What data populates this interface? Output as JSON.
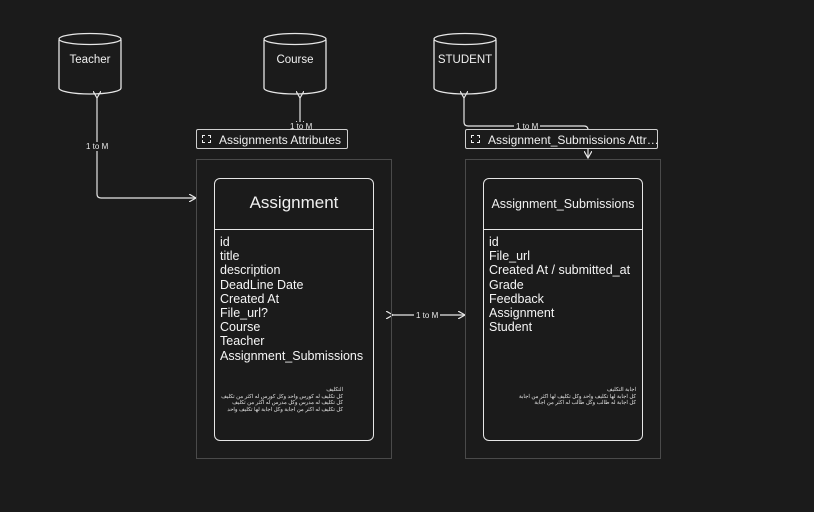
{
  "tables": {
    "teacher": "Teacher",
    "course": "Course",
    "student": "STUDENT"
  },
  "frames": {
    "assignments": "Assignments  Attributes",
    "submissions": "Assignment_Submissions Attr…"
  },
  "assignment": {
    "title": "Assignment",
    "fields": [
      "id",
      "title",
      "description",
      "DeadLine Date",
      "Created At",
      "File_url?",
      "Course",
      "Teacher",
      "Assignment_Submissions"
    ],
    "note": [
      "التكليف",
      "كل تكليف له كورس واحد وكل كورس له اكثر من تكليف",
      "كل تكليف له مدرس وكل مدرس له اكثر من تكليف",
      "كل تكليف له اكثر من اجابة وكل اجابة لها تكليف واحد"
    ]
  },
  "submission": {
    "title": "Assignment_Submissions",
    "fields": [
      "id",
      "File_url",
      "Created At / submitted_at",
      "Grade",
      "Feedback",
      "Assignment",
      "Student"
    ],
    "note": [
      "اجابة التكليف",
      "كل اجابة لها تكليف واحد وكل تكليف لها اكثر من اجابة",
      "كل اجابة له طالب وكل طالب له اكثر من اجابة"
    ]
  },
  "relations": {
    "teacher_assignment": "1 to M",
    "course_assignment": "1 to M",
    "student_submission": "1 to M",
    "assignment_submission": "1 to M"
  }
}
